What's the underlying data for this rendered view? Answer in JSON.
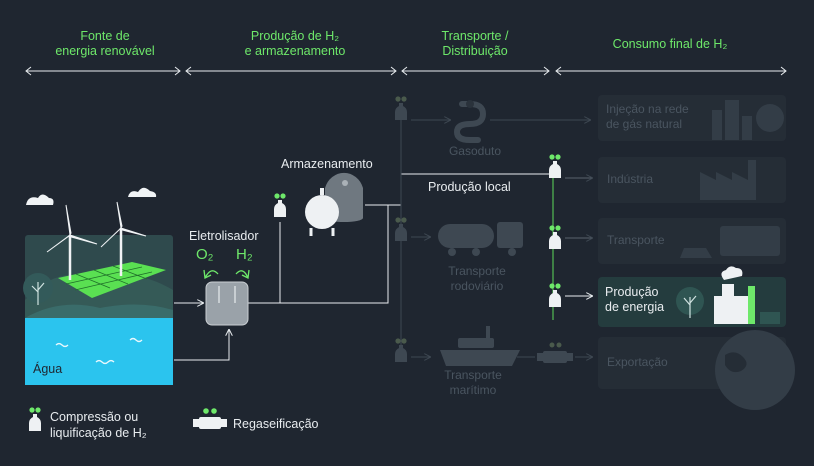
{
  "headers": {
    "renewable": [
      "Fonte de",
      "energia renovável"
    ],
    "production": [
      "Produção de H₂",
      "e armazenamento"
    ],
    "transport": [
      "Transporte /",
      "Distribuição"
    ],
    "consumption": "Consumo final de H₂"
  },
  "labels": {
    "storage": "Armazenamento",
    "electrolyser": "Eletrolisador",
    "o2": "O₂",
    "h2": "H₂",
    "water": "Água",
    "local_production": "Produção local",
    "pipeline": "Gasoduto",
    "road_transport": [
      "Transporte",
      "rodoviário"
    ],
    "maritime_transport": [
      "Transporte",
      "marítimo"
    ]
  },
  "consumption": {
    "gas_grid": [
      "Injeção na rede",
      "de gás natural"
    ],
    "industry": "Indústria",
    "transport": "Transporte",
    "power": [
      "Produção",
      "de energia"
    ],
    "export": "Exportação"
  },
  "legend": {
    "compression": [
      "Compressão ou",
      "liquificação de H₂"
    ],
    "regasification": "Regaseificação"
  },
  "colors": {
    "background": "#1f2630",
    "accent_green": "#6ee86a",
    "water_blue": "#2bc4ee",
    "dim_gray": "#3e4852",
    "line_white": "#e8ecef"
  }
}
